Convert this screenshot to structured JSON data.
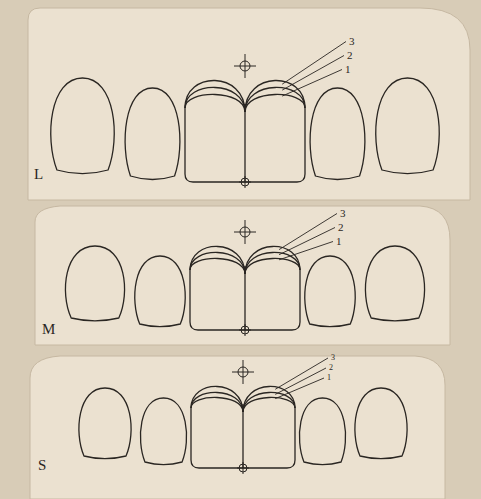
{
  "diagram": {
    "labels": [
      "L",
      "3",
      "2",
      "1",
      "M",
      "3",
      "2",
      "1",
      "S",
      "3",
      "2",
      "1"
    ]
  }
}
